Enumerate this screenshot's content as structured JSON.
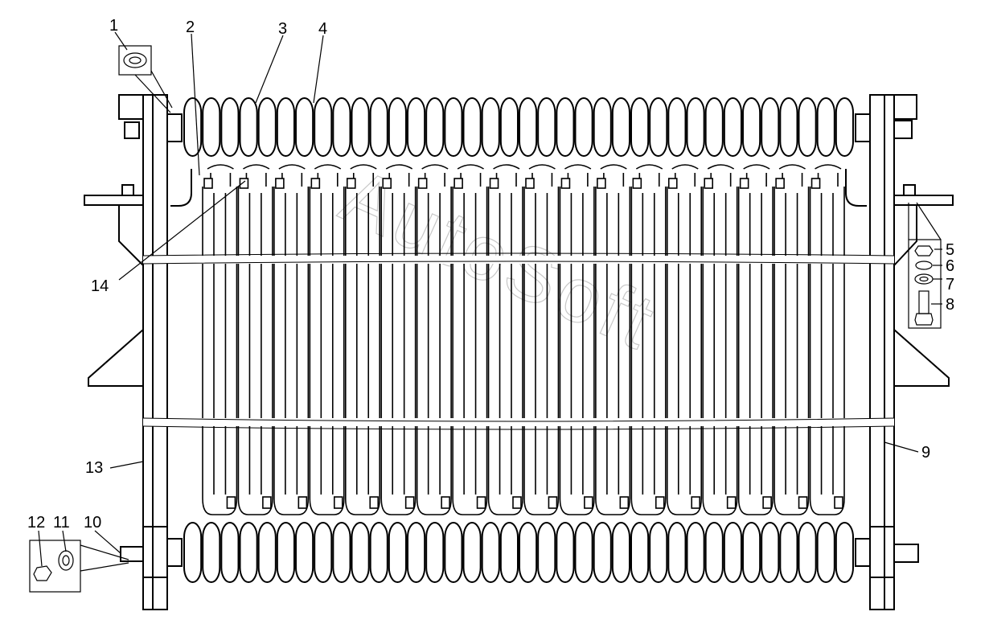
{
  "diagram": {
    "watermark": "AutoSoft",
    "callouts": [
      {
        "id": "1",
        "label": "1"
      },
      {
        "id": "2",
        "label": "2"
      },
      {
        "id": "3",
        "label": "3"
      },
      {
        "id": "4",
        "label": "4"
      },
      {
        "id": "5",
        "label": "5"
      },
      {
        "id": "6",
        "label": "6"
      },
      {
        "id": "7",
        "label": "7"
      },
      {
        "id": "8",
        "label": "8"
      },
      {
        "id": "9",
        "label": "9"
      },
      {
        "id": "10",
        "label": "10"
      },
      {
        "id": "11",
        "label": "11"
      },
      {
        "id": "12",
        "label": "12"
      },
      {
        "id": "13",
        "label": "13"
      },
      {
        "id": "14",
        "label": "14"
      }
    ],
    "colors": {
      "line": "#000000",
      "background": "#ffffff",
      "watermark": "#c8c8c8"
    }
  }
}
